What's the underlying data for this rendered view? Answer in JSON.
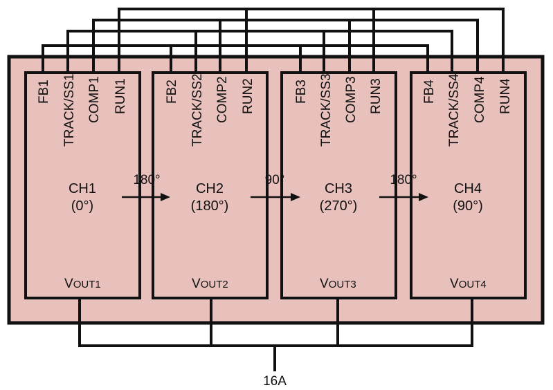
{
  "channels": [
    {
      "pins": [
        "FB1",
        "TRACK/SS1",
        "COMP1",
        "RUN1"
      ],
      "name": "CH1",
      "phase": "(0°)",
      "vout_main": "V",
      "vout_sub": "OUT1"
    },
    {
      "pins": [
        "FB2",
        "TRACK/SS2",
        "COMP2",
        "RUN2"
      ],
      "name": "CH2",
      "phase": "(180°)",
      "vout_main": "V",
      "vout_sub": "OUT2"
    },
    {
      "pins": [
        "FB3",
        "TRACK/SS3",
        "COMP3",
        "RUN3"
      ],
      "name": "CH3",
      "phase": "(270°)",
      "vout_main": "V",
      "vout_sub": "OUT3"
    },
    {
      "pins": [
        "FB4",
        "TRACK/SS4",
        "COMP4",
        "RUN4"
      ],
      "name": "CH4",
      "phase": "(90°)",
      "vout_main": "V",
      "vout_sub": "OUT4"
    }
  ],
  "phase_shifts": [
    "180°",
    "90°",
    "180°"
  ],
  "output_label": "16A",
  "colors": {
    "package_fill": "#e8c0bc",
    "channel_fill": "#e8c0bc",
    "stroke": "#111111"
  }
}
